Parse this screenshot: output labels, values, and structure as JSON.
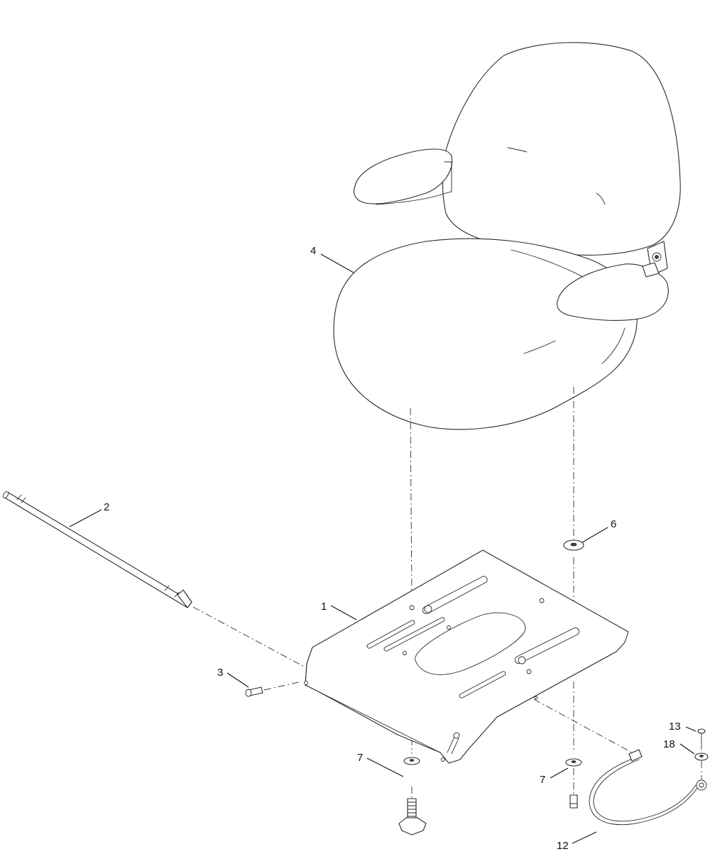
{
  "callouts": {
    "c1": "1",
    "c2": "2",
    "c3": "3",
    "c4": "4",
    "c6": "6",
    "c7a": "7",
    "c7b": "7",
    "c12": "12",
    "c13": "13",
    "c18": "18"
  },
  "colors": {
    "line": "#2a2a2a",
    "background": "#ffffff"
  }
}
